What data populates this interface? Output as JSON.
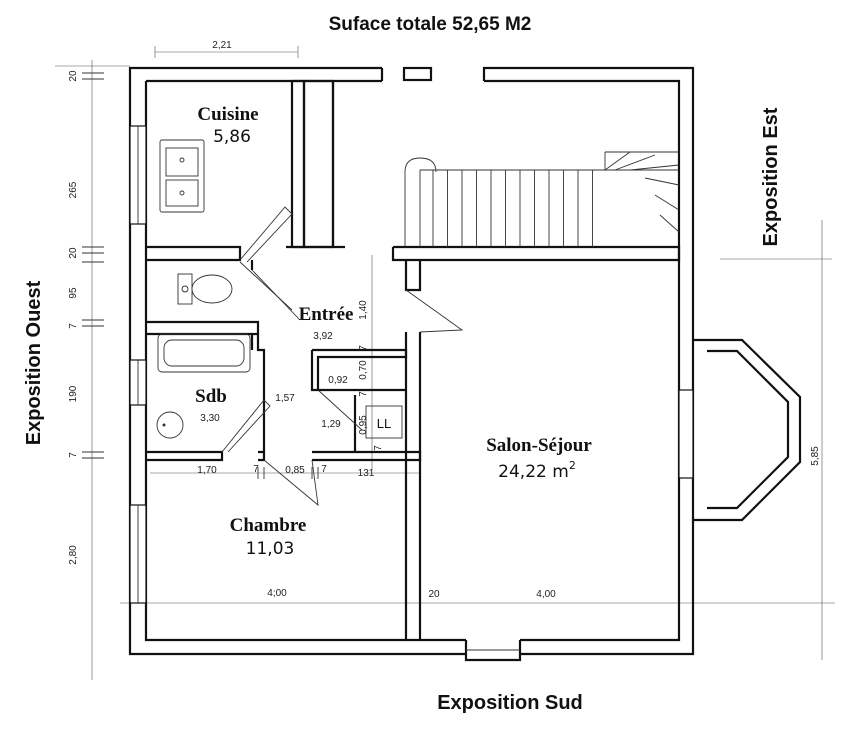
{
  "title": "Suface totale 52,65 M2",
  "orientation": {
    "west": "Exposition Ouest",
    "east": "Exposition Est",
    "south": "Exposition Sud"
  },
  "rooms": {
    "cuisine": {
      "name": "Cuisine",
      "area": "5,86"
    },
    "entree": {
      "name": "Entrée",
      "area": "3,92"
    },
    "sdb": {
      "name": "Sdb",
      "area": "3,30"
    },
    "chambre": {
      "name": "Chambre",
      "area": "11,03"
    },
    "salon": {
      "name": "Salon-Séjour",
      "area": "24,22 m",
      "unit_sup": "2"
    },
    "ll": {
      "name": "LL"
    }
  },
  "dimensions": {
    "top_width": "2,21",
    "left": [
      "20",
      "265",
      "20",
      "95",
      "7",
      "190",
      "7",
      "2,80"
    ],
    "right": "5,85",
    "bottom_left": "4;00",
    "bottom_mid": "20",
    "bottom_right": "4,00",
    "row_mid": [
      "1,70",
      "7",
      "0,85",
      "7",
      "131"
    ],
    "entree_vertical": [
      "1,40",
      "7",
      "0,70",
      "7",
      "0,95",
      "7"
    ],
    "inner": [
      "0,92",
      "1,57",
      "1,29"
    ]
  }
}
